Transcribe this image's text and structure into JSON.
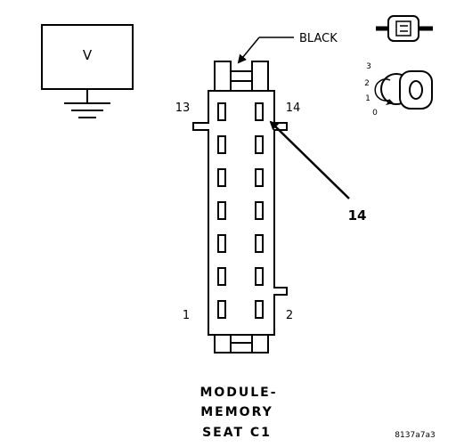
{
  "meter": {
    "symbol": "V"
  },
  "connector": {
    "wire_color": "BLACK",
    "pin_top_left": "13",
    "pin_top_right": "14",
    "pin_bottom_left": "1",
    "pin_bottom_right": "2",
    "callout_pin": "14"
  },
  "ignition": {
    "positions": [
      "3",
      "2",
      "1",
      "0"
    ]
  },
  "caption": {
    "line1": "MODULE-",
    "line2": "MEMORY",
    "line3": "SEAT C1"
  },
  "figure_id": "8137a7a3"
}
